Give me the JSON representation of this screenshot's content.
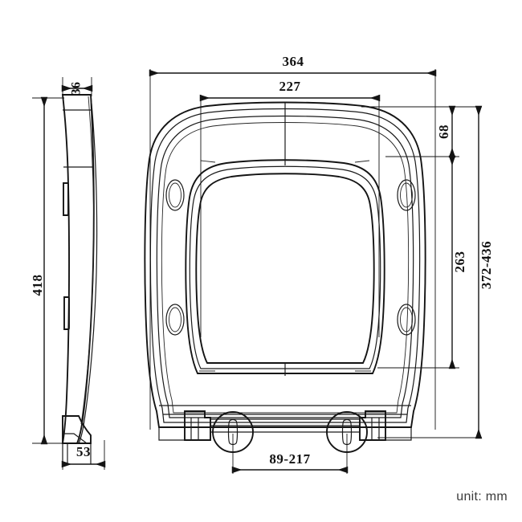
{
  "drawing": {
    "title": "toilet seat dimension drawing",
    "unit_note": "unit: mm",
    "line_color": "#141414",
    "background_color": "#ffffff",
    "views": [
      {
        "name": "side-profile-view",
        "position": "left"
      },
      {
        "name": "plan-top-view",
        "position": "center"
      }
    ]
  },
  "dimensions": {
    "overall_width": "364",
    "inner_width": "227",
    "side_thickness": "36",
    "side_height": "418",
    "base_depth": "53",
    "top_offset": "68",
    "inner_length": "263",
    "overall_length_range": "372-436",
    "hinge_spacing_range": "89-217"
  },
  "chart_data": {
    "type": "table",
    "title": "toilet seat dimension drawing",
    "xlabel": "",
    "ylabel": "",
    "categories": [
      "overall width",
      "inner width",
      "side thickness",
      "side height",
      "base depth",
      "top offset",
      "inner length",
      "overall length range",
      "hinge spacing range"
    ],
    "values": [
      "364",
      "227",
      "36",
      "418",
      "53",
      "68",
      "263",
      "372-436",
      "89-217"
    ],
    "unit": "mm"
  }
}
